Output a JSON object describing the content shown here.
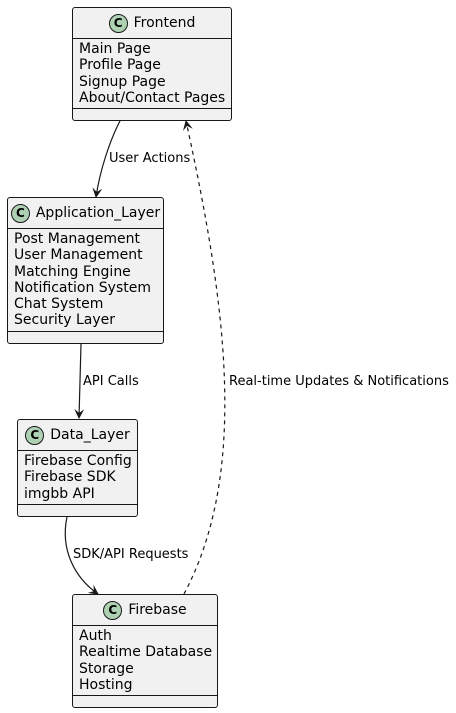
{
  "diagram": {
    "classes": {
      "frontend": {
        "badge": "C",
        "name": "Frontend",
        "members": [
          "Main Page",
          "Profile Page",
          "Signup Page",
          "About/Contact Pages"
        ]
      },
      "application_layer": {
        "badge": "C",
        "name": "Application_Layer",
        "members": [
          "Post Management",
          "User Management",
          "Matching Engine",
          "Notification System",
          "Chat System",
          "Security Layer"
        ]
      },
      "data_layer": {
        "badge": "C",
        "name": "Data_Layer",
        "members": [
          "Firebase Config",
          "Firebase SDK",
          "imgbb API"
        ]
      },
      "firebase": {
        "badge": "C",
        "name": "Firebase",
        "members": [
          "Auth",
          "Realtime Database",
          "Storage",
          "Hosting"
        ]
      }
    },
    "edges": [
      {
        "from": "Frontend",
        "to": "Application_Layer",
        "label": "User Actions",
        "style": "solid"
      },
      {
        "from": "Application_Layer",
        "to": "Data_Layer",
        "label": "API Calls",
        "style": "solid"
      },
      {
        "from": "Data_Layer",
        "to": "Firebase",
        "label": "SDK/API Requests",
        "style": "solid"
      },
      {
        "from": "Firebase",
        "to": "Frontend",
        "label": "Real-time Updates & Notifications",
        "style": "dashed"
      }
    ],
    "colors": {
      "class_fill": "#f1f1f1",
      "class_border": "#181818",
      "badge_fill": "#add1b2",
      "line": "#181818"
    }
  }
}
